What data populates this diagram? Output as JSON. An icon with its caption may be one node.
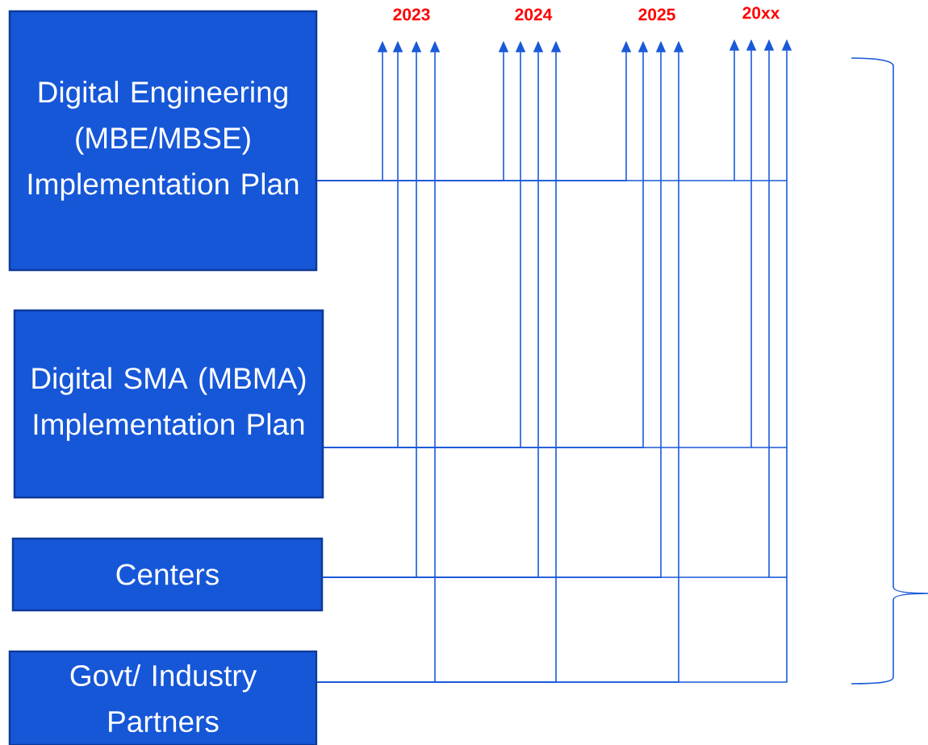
{
  "diagram": {
    "nodes": [
      {
        "text": [
          "Digital Engineering (MBE/MBSE) Implementation Plan"
        ]
      },
      {
        "text": [
          "Digital SMA (MBMA) Implementation Plan"
        ]
      },
      {
        "text": [
          "Centers"
        ]
      },
      {
        "text": [
          "Govt/ Industry Partners"
        ]
      },
      {
        "text": [
          "2023"
        ]
      },
      {
        "text": [
          "2024"
        ]
      },
      {
        "text": [
          "2025"
        ]
      },
      {
        "text": [
          "20xx"
        ]
      }
    ],
    "edges": [
      {
        "from": 0,
        "to": 4,
        "arrow": "to"
      },
      {
        "from": 0,
        "to": 5,
        "arrow": "to"
      },
      {
        "from": 0,
        "to": 6,
        "arrow": "to"
      },
      {
        "from": 0,
        "to": 7,
        "arrow": "to"
      },
      {
        "from": 1,
        "to": 4,
        "arrow": "to"
      },
      {
        "from": 1,
        "to": 5,
        "arrow": "to"
      },
      {
        "from": 1,
        "to": 6,
        "arrow": "to"
      },
      {
        "from": 1,
        "to": 7,
        "arrow": "to"
      },
      {
        "from": 2,
        "to": 4,
        "arrow": "to"
      },
      {
        "from": 2,
        "to": 5,
        "arrow": "to"
      },
      {
        "from": 2,
        "to": 6,
        "arrow": "to"
      },
      {
        "from": 2,
        "to": 7,
        "arrow": "to"
      },
      {
        "from": 3,
        "to": 4,
        "arrow": "to"
      },
      {
        "from": 3,
        "to": 5,
        "arrow": "to"
      },
      {
        "from": 3,
        "to": 6,
        "arrow": "to"
      },
      {
        "from": 3,
        "to": 7,
        "arrow": "to"
      }
    ]
  }
}
